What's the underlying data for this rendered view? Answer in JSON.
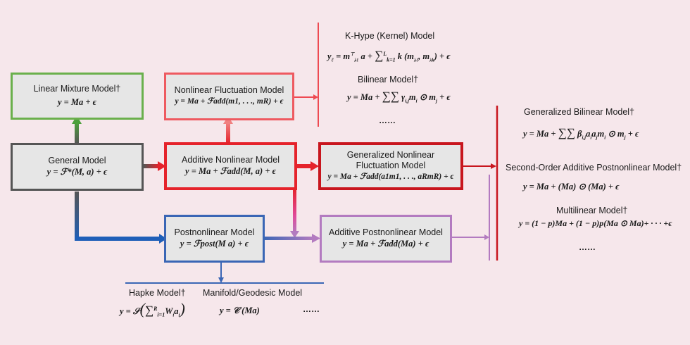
{
  "colors": {
    "background": "#f6e7eb",
    "box_fill": "#e6e6e6",
    "general": "#555555",
    "linear": "#6ab04c",
    "nonlinear_fluct": "#ee5a60",
    "additive_nonlinear": "#e5232b",
    "generalized_nonlinear": "#c8161e",
    "postnonlinear": "#3a66b5",
    "additive_postnonlinear": "#b37bc0"
  },
  "boxes": {
    "linear_mixture": {
      "title": "Linear Mixture Model†",
      "equation": "y = Ma + ϵ"
    },
    "general": {
      "title": "General Model",
      "equation": "y = ℱ*(M, a) + ϵ"
    },
    "nonlinear_fluctuation": {
      "title": "Nonlinear Fluctuation Model",
      "equation": "y = Ma + ℱadd(m1, . . ., mR) + ϵ"
    },
    "additive_nonlinear": {
      "title": "Additive Nonlinear Model",
      "equation": "y = Ma + ℱadd(M, a) + ϵ"
    },
    "generalized_nonlinear_fluctuation": {
      "title_line1": "Generalized Nonlinear",
      "title_line2": "Fluctuation Model",
      "equation": "y = Ma + ℱadd(a1m1, . . ., aRmR) + ϵ"
    },
    "postnonlinear": {
      "title": "Postnonlinear Model",
      "equation": "y = ℱpost(M a) + ϵ"
    },
    "additive_postnonlinear": {
      "title": "Additive Postnonlinear Model",
      "equation": "y = Ma + ℱadd(Ma) + ϵ"
    }
  },
  "fluctuation_branch": {
    "kernel": {
      "title": "K-Hype (Kernel) Model",
      "equation": "yℓ = mλℓᵀ a + Σ_{k=1}^{L} k(mλℓ, mλk) + ϵ"
    },
    "bilinear": {
      "title": "Bilinear Model†",
      "equation": "y = Ma + Σ_{i=1}^{R} Σ_{j=1}^{R} γi,j mi ⊙ mj + ϵ"
    },
    "more": "……"
  },
  "postnonlinear_right_branch": {
    "generalized_bilinear": {
      "title": "Generalized Bilinear Model†",
      "equation": "y = Ma + Σ_{i=1}^{R} Σ_{j=1}^{R} βi,j ai aj mi ⊙ mj + ϵ"
    },
    "second_order": {
      "title": "Second-Order Additive Postnonlinear Model†",
      "equation": "y = Ma + (Ma) ⊙ (Ma) + ϵ"
    },
    "multilinear": {
      "title": "Multilinear Model†",
      "equation": "y = (1 − p)Ma + (1 − p)p(Ma ⊙ Ma)+ · · · +ϵ"
    },
    "more": "……"
  },
  "postnonlinear_bottom_branch": {
    "hapke": {
      "title": "Hapke Model†",
      "equation": "y = 𝒮(Σ_{i=1}^{R} Wi ai)"
    },
    "manifold": {
      "title": "Manifold/Geodesic Model",
      "equation": "y = 𝒞 (Ma)"
    },
    "more": "……"
  }
}
